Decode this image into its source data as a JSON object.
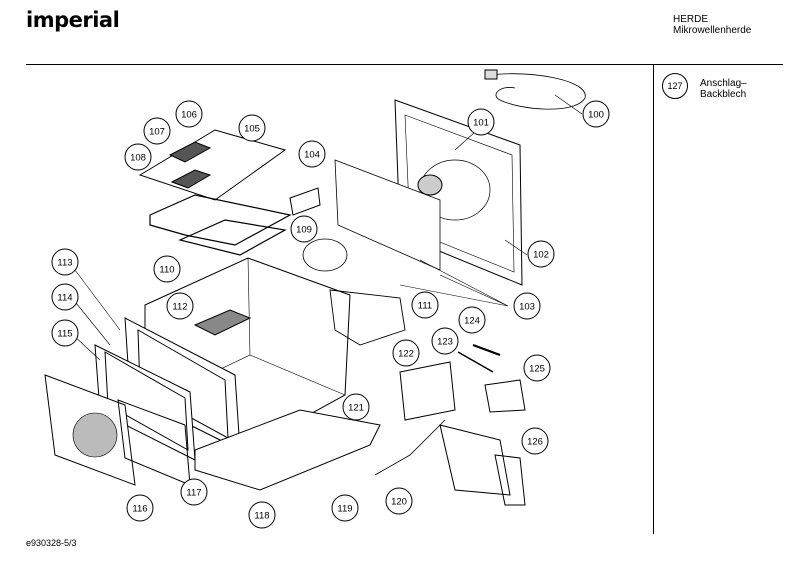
{
  "header": {
    "brand": "imperial",
    "category": "HERDE",
    "subcategory": "Mikrowellenherde"
  },
  "legend": {
    "number": "127",
    "line1": "Anschlag–",
    "line2": "Backblech"
  },
  "footer": {
    "code": "e930328-5/3"
  },
  "parts": [
    "100",
    "101",
    "102",
    "103",
    "104",
    "105",
    "106",
    "107",
    "108",
    "109",
    "110",
    "111",
    "112",
    "113",
    "114",
    "115",
    "116",
    "117",
    "118",
    "119",
    "120",
    "121",
    "122",
    "123",
    "124",
    "125",
    "126"
  ]
}
